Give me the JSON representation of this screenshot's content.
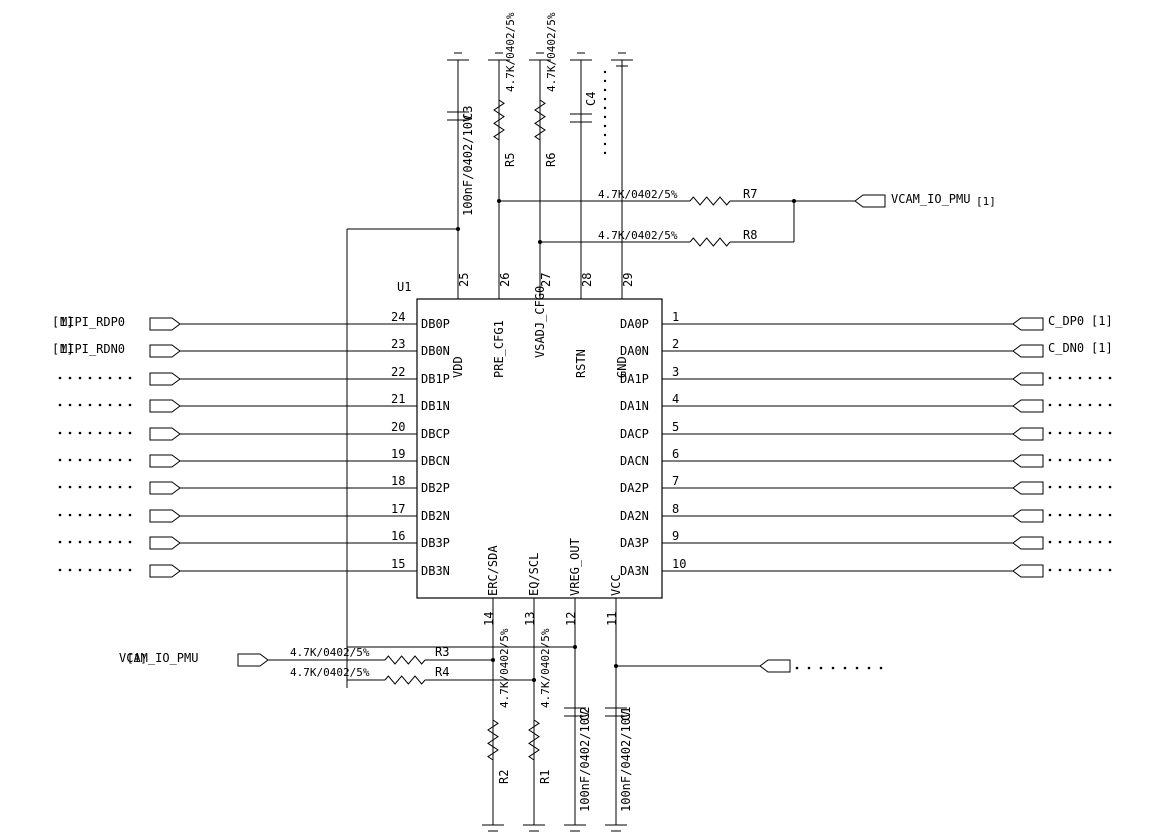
{
  "designator": "U1",
  "left_pins": [
    {
      "num": "24",
      "name": "DB0P",
      "net": "MIPI_RDP0",
      "tag": "[1]"
    },
    {
      "num": "23",
      "name": "DB0N",
      "net": "MIPI_RDN0",
      "tag": "[1]"
    },
    {
      "num": "22",
      "name": "DB1P",
      "net": "",
      "tag": ""
    },
    {
      "num": "21",
      "name": "DB1N",
      "net": "",
      "tag": ""
    },
    {
      "num": "20",
      "name": "DBCP",
      "net": "",
      "tag": ""
    },
    {
      "num": "19",
      "name": "DBCN",
      "net": "",
      "tag": ""
    },
    {
      "num": "18",
      "name": "DB2P",
      "net": "",
      "tag": ""
    },
    {
      "num": "17",
      "name": "DB2N",
      "net": "",
      "tag": ""
    },
    {
      "num": "16",
      "name": "DB3P",
      "net": "",
      "tag": ""
    },
    {
      "num": "15",
      "name": "DB3N",
      "net": "",
      "tag": ""
    }
  ],
  "right_pins": [
    {
      "num": "1",
      "name": "DA0P",
      "net": "C_DP0",
      "tag": "[1]"
    },
    {
      "num": "2",
      "name": "DA0N",
      "net": "C_DN0",
      "tag": "[1]"
    },
    {
      "num": "3",
      "name": "DA1P",
      "net": "",
      "tag": ""
    },
    {
      "num": "4",
      "name": "DA1N",
      "net": "",
      "tag": ""
    },
    {
      "num": "5",
      "name": "DACP",
      "net": "",
      "tag": ""
    },
    {
      "num": "6",
      "name": "DACN",
      "net": "",
      "tag": ""
    },
    {
      "num": "7",
      "name": "DA2P",
      "net": "",
      "tag": ""
    },
    {
      "num": "8",
      "name": "DA2N",
      "net": "",
      "tag": ""
    },
    {
      "num": "9",
      "name": "DA3P",
      "net": "",
      "tag": ""
    },
    {
      "num": "10",
      "name": "DA3N",
      "net": "",
      "tag": ""
    }
  ],
  "top_pins": [
    {
      "num": "25",
      "name": "VDD"
    },
    {
      "num": "26",
      "name": "PRE_CFG1"
    },
    {
      "num": "27",
      "name": "VSADJ_CFG0"
    },
    {
      "num": "28",
      "name": "RSTN"
    },
    {
      "num": "29",
      "name": "GND"
    }
  ],
  "bottom_pins": [
    {
      "num": "14",
      "name": "ERC/SDA"
    },
    {
      "num": "13",
      "name": "EQ/SCL"
    },
    {
      "num": "12",
      "name": "VREG_OUT"
    },
    {
      "num": "11",
      "name": "VCC"
    }
  ],
  "components": {
    "C3": {
      "ref": "C3",
      "value": "100nF/0402/10V"
    },
    "R5": {
      "ref": "R5",
      "value": "4.7K/0402/5%"
    },
    "R6": {
      "ref": "R6",
      "value": "4.7K/0402/5%"
    },
    "C4": {
      "ref": "C4",
      "value": ""
    },
    "R7": {
      "ref": "R7",
      "value": "4.7K/0402/5%"
    },
    "R8": {
      "ref": "R8",
      "value": "4.7K/0402/5%"
    },
    "R3": {
      "ref": "R3",
      "value": "4.7K/0402/5%"
    },
    "R4": {
      "ref": "R4",
      "value": "4.7K/0402/5%"
    },
    "R2": {
      "ref": "R2",
      "value": "4.7K/0402/5%"
    },
    "R1": {
      "ref": "R1",
      "value": "4.7K/0402/5%"
    },
    "C2": {
      "ref": "C2",
      "value": "100nF/0402/10V"
    },
    "C1": {
      "ref": "C1",
      "value": "100nF/0402/10V"
    }
  },
  "ports": {
    "vcam_top": {
      "net": "VCAM_IO_PMU",
      "tag": "[1]"
    },
    "vcam_bottom": {
      "net": "VCAM_IO_PMU",
      "tag": "[1]"
    }
  },
  "colors": {
    "line": "#000000",
    "background": "#ffffff"
  }
}
